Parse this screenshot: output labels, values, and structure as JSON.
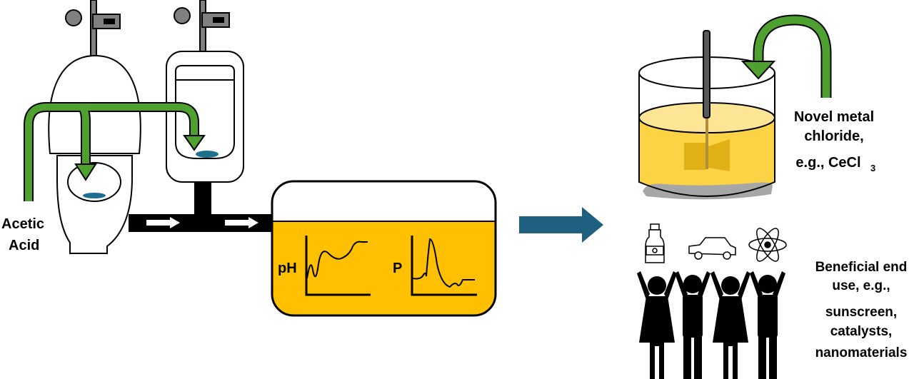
{
  "labels": {
    "input_line1": "Acetic",
    "input_line2": "Acid",
    "graph_ph": "pH",
    "graph_p": "P",
    "metal_line1": "Novel metal",
    "metal_line2": "chloride,",
    "metal_line3": "e.g., CeCl",
    "metal_subscript": "3",
    "enduse_line1": "Beneficial end",
    "enduse_line2": "use, e.g.,",
    "enduse_line3": "sunscreen,",
    "enduse_line4": "catalysts,",
    "enduse_line5": "nanomaterials"
  },
  "colors": {
    "green_arrow": "#4ea12f",
    "liquid_tank": "#ffc000",
    "liquid_beaker": "#fdd346",
    "process_arrow": "#1f5f80",
    "urine_blue": "#1f6f8f"
  },
  "icons": [
    "toilet-icon",
    "urinal-icon",
    "bottle-icon",
    "car-icon",
    "atom-icon",
    "people-icon"
  ]
}
